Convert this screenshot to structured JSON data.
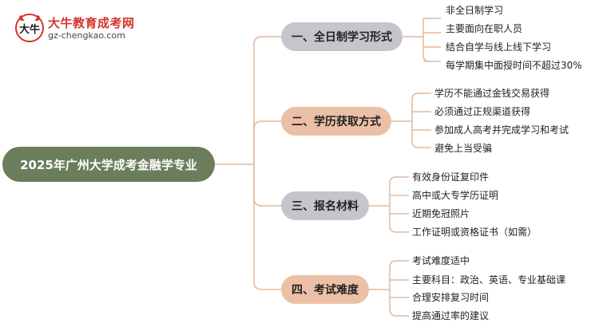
{
  "logo": {
    "cn_name": "大牛教育成考网",
    "url": "gz-chengkao.com",
    "mark_text": "大牛",
    "mark_icon": "bull-logo-icon"
  },
  "root": {
    "label": "2025年广州大学成考金融学专业"
  },
  "branches": [
    {
      "label": "一、全日制学习形式",
      "color": "#c5c5cc",
      "items": [
        "非全日制学习",
        "主要面向在职人员",
        "结合自学与线上线下学习",
        "每学期集中面授时间不超过30%"
      ]
    },
    {
      "label": "二、学历获取方式",
      "color": "#ecc0a6",
      "items": [
        "学历不能通过金钱交易获得",
        "必须通过正规渠道获得",
        "参加成人高考并完成学习和考试",
        "避免上当受骗"
      ]
    },
    {
      "label": "三、报名材料",
      "color": "#c5c5cc",
      "items": [
        "有效身份证复印件",
        "高中或大专学历证明",
        "近期免冠照片",
        "工作证明或资格证书（如需）"
      ]
    },
    {
      "label": "四、考试难度",
      "color": "#ecc0a6",
      "items": [
        "考试难度适中",
        "主要科目：政治、英语、专业基础课",
        "合理安排复习时间",
        "提高通过率的建议"
      ]
    }
  ],
  "colors": {
    "root": "#6b7d5b",
    "connector": "#e2b89e",
    "logo_red": "#d6332c"
  }
}
